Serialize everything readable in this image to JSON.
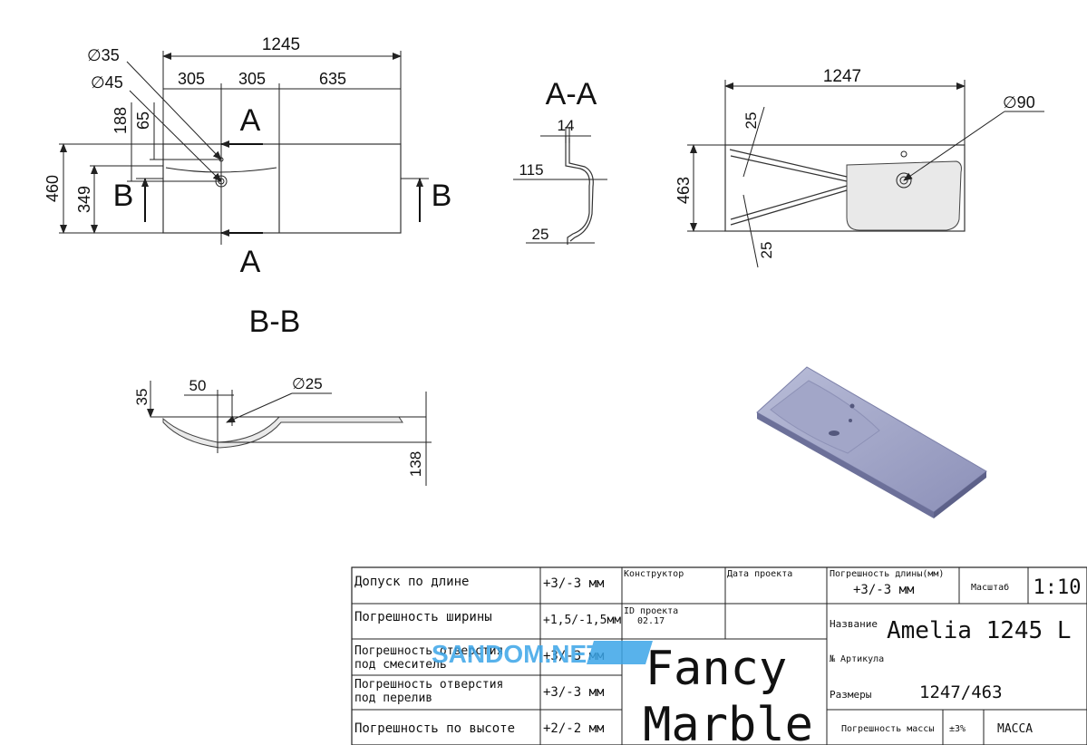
{
  "top_view": {
    "overall": "1245",
    "seg1": "305",
    "seg2": "305",
    "seg3": "635",
    "hole1": "∅35",
    "hole2": "∅45",
    "d188": "188",
    "d65": "65",
    "d460": "460",
    "d349": "349",
    "section_a_top": "A",
    "section_a_bottom": "A",
    "section_b_left": "B",
    "section_b_right": "B"
  },
  "section_aa": {
    "title": "A-A",
    "d14": "14",
    "d115": "115",
    "d25": "25"
  },
  "right_view": {
    "overall": "1247",
    "hole": "∅90",
    "d25_top": "25",
    "d25_bottom": "25",
    "d463": "463"
  },
  "section_bb": {
    "title": "B-B",
    "d35": "35",
    "d50": "50",
    "hole": "∅25",
    "d138": "138"
  },
  "title_block": {
    "tolerances": [
      {
        "label": "Допуск по длине",
        "value": "+3/-3 мм"
      },
      {
        "label": "Погрешность ширины",
        "value": "+1,5/-1,5мм"
      },
      {
        "label_line1": "Погрешность отверстия",
        "label_line2": "под смеситель",
        "value": "+3/-3 мм"
      },
      {
        "label_line1": "Погрешность отверстия",
        "label_line2": "под перелив",
        "value": "+3/-3 мм"
      },
      {
        "label": "Погрешность по высоте",
        "value": "+2/-2 мм"
      }
    ],
    "designer_label": "Конструктор",
    "project_date_label": "Дата проекта",
    "project_id_label": "ID проекта",
    "project_id_value": "02.17",
    "brand_line1": "Fancy",
    "brand_line2": "Marble",
    "length_error_label": "Погрешность длины(мм)",
    "length_error_value": "+3/-3 мм",
    "scale_label": "Масштаб",
    "scale_value": "1:10",
    "name_label": "Название",
    "name_value": "Amelia 1245 L",
    "article_label": "№ Артикула",
    "size_label": "Размеры",
    "size_value": "1247/463",
    "mass_error_label": "Погрешность массы",
    "mass_error_value": "±3%",
    "mass_label": "МАССА"
  },
  "watermark": "SANDOM.NET"
}
